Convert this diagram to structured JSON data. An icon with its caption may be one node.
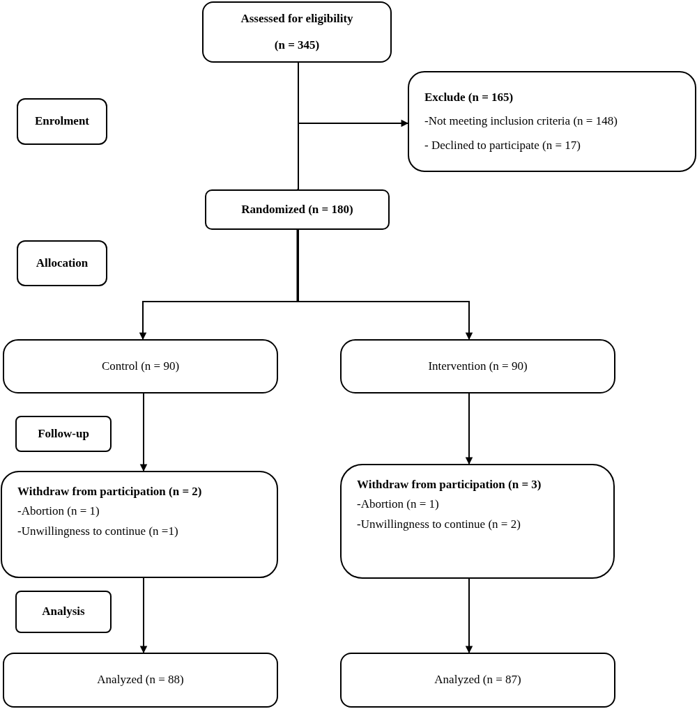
{
  "diagram": {
    "nodes": [
      {
        "text": [
          "Assessed for eligibility",
          "(n = 345)"
        ]
      },
      {
        "text": [
          "Enrolment"
        ]
      },
      {
        "text": [
          "Exclude (n = 165)",
          "-Not meeting inclusion criteria (n = 148)",
          "- Declined to participate (n = 17)"
        ]
      },
      {
        "text": [
          "Randomized (n = 180)"
        ]
      },
      {
        "text": [
          "Allocation"
        ]
      },
      {
        "text": [
          "Control (n = 90)"
        ]
      },
      {
        "text": [
          "Intervention (n = 90)"
        ]
      },
      {
        "text": [
          "Follow-up"
        ]
      },
      {
        "text": [
          "Withdraw from participation (n = 2)",
          "-Abortion (n = 1)",
          "-Unwillingness to continue (n =1)"
        ]
      },
      {
        "text": [
          "Withdraw from participation (n = 3)",
          "-Abortion (n = 1)",
          "-Unwillingness to continue (n = 2)"
        ]
      },
      {
        "text": [
          "Analysis"
        ]
      },
      {
        "text": [
          "Analyzed (n = 88)"
        ]
      },
      {
        "text": [
          "Analyzed (n = 87)"
        ]
      }
    ],
    "edges": [
      {
        "from": 0,
        "to": 3,
        "arrow": "to"
      },
      {
        "from": 0,
        "to": 2,
        "arrow": "to"
      },
      {
        "from": 3,
        "to": 5,
        "arrow": "to"
      },
      {
        "from": 3,
        "to": 6,
        "arrow": "to"
      },
      {
        "from": 5,
        "to": 8,
        "arrow": "to"
      },
      {
        "from": 6,
        "to": 9,
        "arrow": "to"
      },
      {
        "from": 8,
        "to": 11,
        "arrow": "to"
      },
      {
        "from": 9,
        "to": 12,
        "arrow": "to"
      }
    ]
  }
}
